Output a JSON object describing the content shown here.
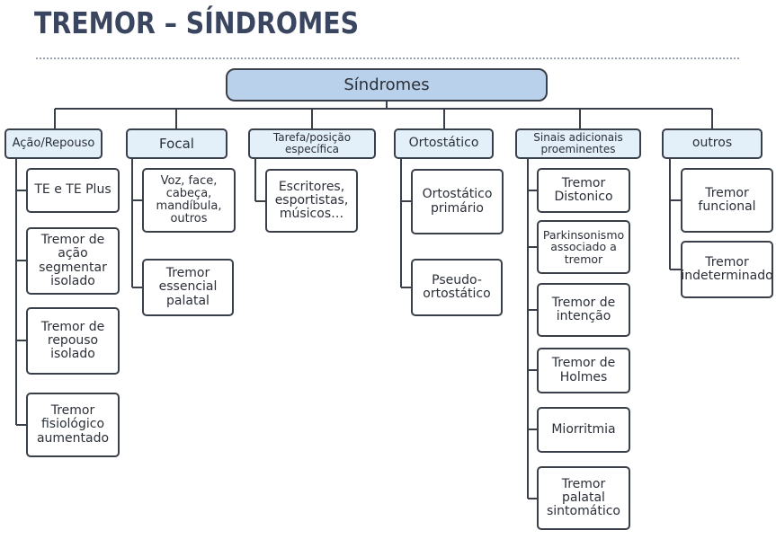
{
  "title": "TREMOR – SÍNDROMES",
  "root": "Síndromes",
  "columns": [
    {
      "header": "Ação/Repouso",
      "items": [
        "TE e TE Plus",
        "Tremor de ação segmentar isolado",
        "Tremor de repouso isolado",
        "Tremor fisiológico aumentado"
      ]
    },
    {
      "header": "Focal",
      "items": [
        "Voz, face, cabeça, mandíbula, outros",
        "Tremor essencial palatal"
      ]
    },
    {
      "header": "Tarefa/posição específica",
      "items": [
        "Escritores, esportistas, músicos…"
      ]
    },
    {
      "header": "Ortostático",
      "items": [
        "Ortostático primário",
        "Pseudo-ortostático"
      ]
    },
    {
      "header": "Sinais adicionais proeminentes",
      "items": [
        "Tremor Distonico",
        "Parkinsonismo associado a tremor",
        "Tremor de intenção",
        "Tremor de Holmes",
        "Miorritmia",
        "Tremor palatal sintomático"
      ]
    },
    {
      "header": "outros",
      "items": [
        "Tremor funcional",
        "Tremor indeterminado"
      ]
    }
  ]
}
